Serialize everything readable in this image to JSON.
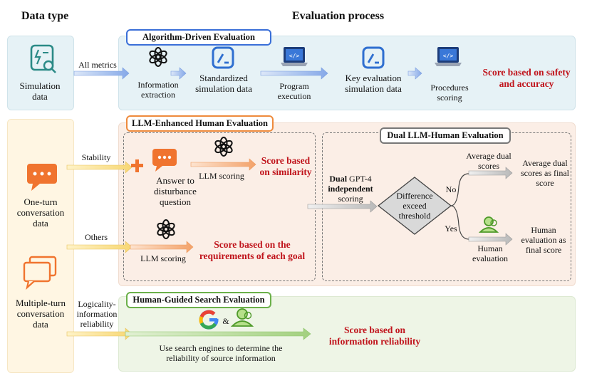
{
  "headers": {
    "data_type": "Data type",
    "evaluation_process": "Evaluation process"
  },
  "data_types": {
    "simulation": "Simulation data",
    "one_turn": "One-turn conversation data",
    "multi_turn": "Multiple-turn conversation data"
  },
  "algorithm": {
    "title": "Algorithm-Driven Evaluation",
    "input_label": "All metrics",
    "steps": [
      "Information extraction",
      "Standardized simulation data",
      "Program execution",
      "Key evaluation simulation data",
      "Procedures scoring"
    ],
    "result": "Score based on safety and accuracy"
  },
  "llm_human": {
    "title": "LLM-Enhanced Human Evaluation",
    "stability_label": "Stability",
    "answer_label": "Answer to disturbance question",
    "llm_scoring_1": "LLM scoring",
    "result_similarity": "Score based on similarity",
    "others_label": "Others",
    "llm_scoring_2": "LLM scoring",
    "result_goal": "Score based on the requirements of each goal"
  },
  "dual": {
    "title": "Dual LLM-Human Evaluation",
    "scoring_bold": "Dual",
    "scoring_rest": " GPT-4",
    "scoring_bold2": "independent",
    "scoring_end": "scoring",
    "diamond": "Difference exceed threshold",
    "no": "No",
    "yes": "Yes",
    "avg_dual": "Average dual scores",
    "avg_final": "Average dual scores as final score",
    "human_eval": "Human evaluation",
    "human_final": "Human evaluation as final score"
  },
  "search": {
    "title": "Human-Guided Search Evaluation",
    "input_label": "Logicality-information reliability",
    "amp": "&",
    "desc": "Use search engines to determine the reliability of source information",
    "result": "Score based on information reliability"
  },
  "colors": {
    "blue": "#3a6fd8",
    "orange": "#ee8a3c",
    "green": "#6bb04a",
    "red": "#c0141c",
    "teal": "#2a8a86"
  }
}
